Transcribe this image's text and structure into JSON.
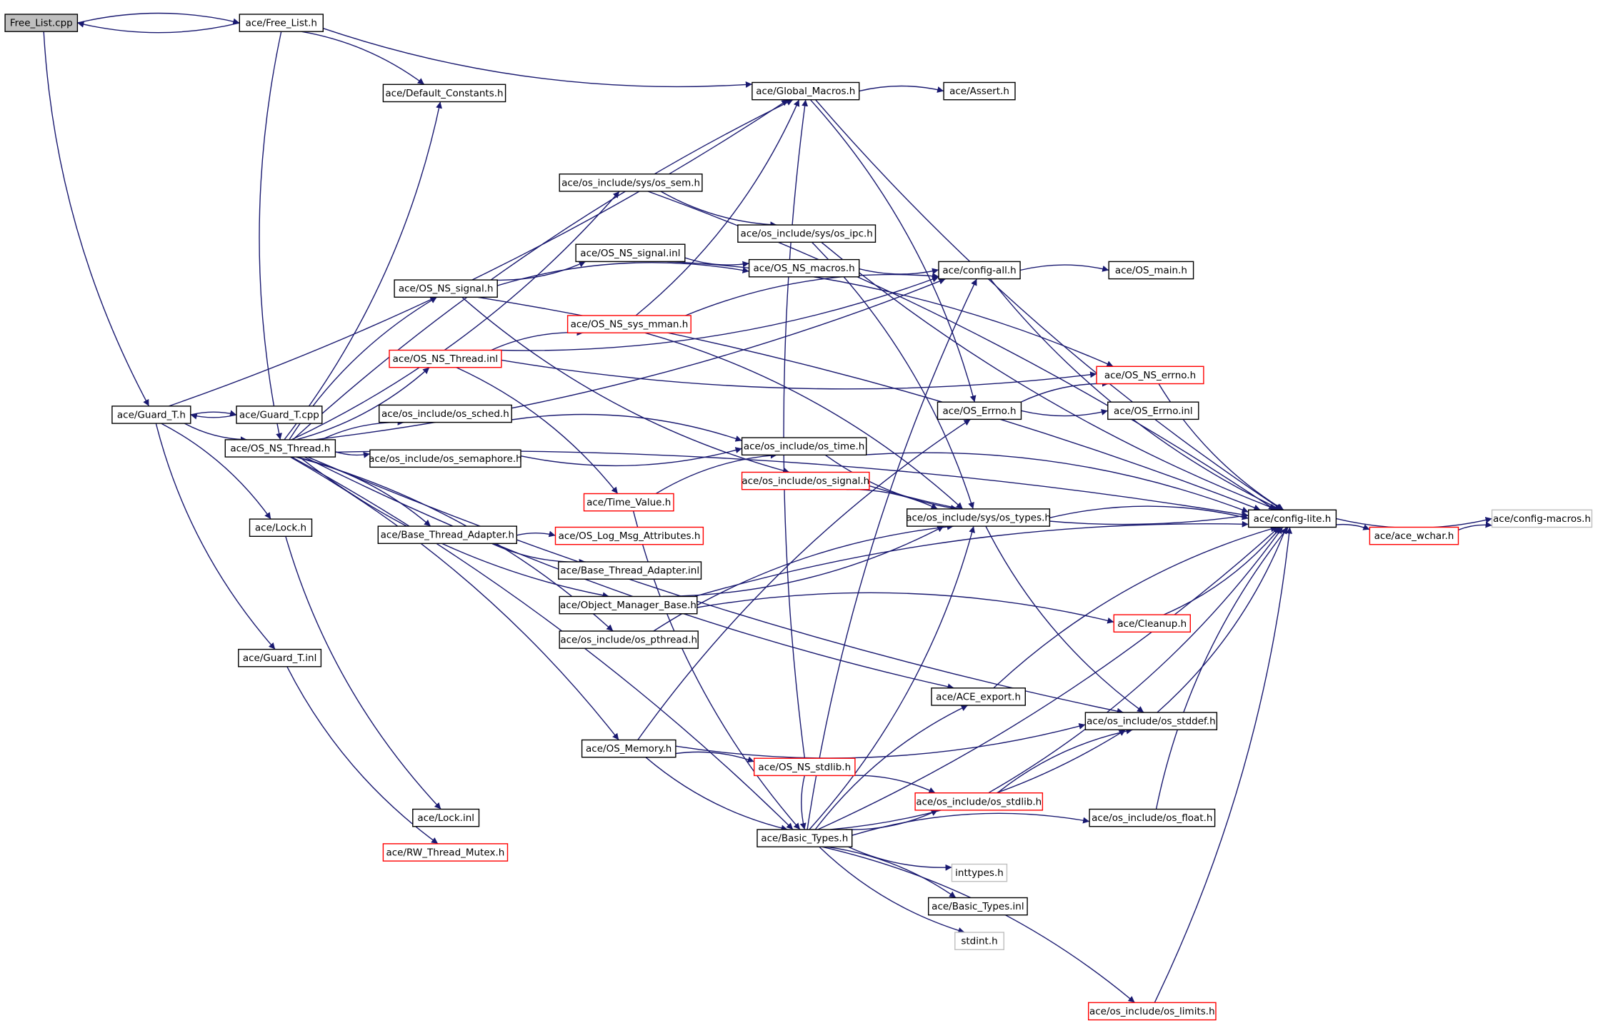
{
  "colors": {
    "edge": "#191970",
    "root_fill": "#bfbfbf",
    "node_border": "#000000",
    "truncated_border": "#ff0000",
    "external_border": "#bfbfbf",
    "node_fill": "#ffffff"
  },
  "nodes": [
    {
      "id": "free_list_cpp",
      "label": "Free_List.cpp",
      "style": "root"
    },
    {
      "id": "free_list_h",
      "label": "ace/Free_List.h",
      "style": "normal"
    },
    {
      "id": "default_constants_h",
      "label": "ace/Default_Constants.h",
      "style": "normal"
    },
    {
      "id": "global_macros_h",
      "label": "ace/Global_Macros.h",
      "style": "normal"
    },
    {
      "id": "assert_h",
      "label": "ace/Assert.h",
      "style": "normal"
    },
    {
      "id": "os_sem_h",
      "label": "ace/os_include/sys/os_sem.h",
      "style": "normal"
    },
    {
      "id": "os_ipc_h",
      "label": "ace/os_include/sys/os_ipc.h",
      "style": "normal"
    },
    {
      "id": "os_ns_signal_inl",
      "label": "ace/OS_NS_signal.inl",
      "style": "normal"
    },
    {
      "id": "os_ns_macros_h",
      "label": "ace/OS_NS_macros.h",
      "style": "normal"
    },
    {
      "id": "config_all_h",
      "label": "ace/config-all.h",
      "style": "normal"
    },
    {
      "id": "os_main_h",
      "label": "ace/OS_main.h",
      "style": "normal"
    },
    {
      "id": "os_ns_signal_h",
      "label": "ace/OS_NS_signal.h",
      "style": "normal"
    },
    {
      "id": "os_ns_sys_mman_h",
      "label": "ace/OS_NS_sys_mman.h",
      "style": "truncated"
    },
    {
      "id": "os_ns_thread_inl",
      "label": "ace/OS_NS_Thread.inl",
      "style": "truncated"
    },
    {
      "id": "os_ns_errno_h",
      "label": "ace/OS_NS_errno.h",
      "style": "truncated"
    },
    {
      "id": "guard_t_h",
      "label": "ace/Guard_T.h",
      "style": "normal"
    },
    {
      "id": "guard_t_cpp",
      "label": "ace/Guard_T.cpp",
      "style": "normal"
    },
    {
      "id": "os_sched_h",
      "label": "ace/os_include/os_sched.h",
      "style": "normal"
    },
    {
      "id": "os_errno_h",
      "label": "ace/OS_Errno.h",
      "style": "normal"
    },
    {
      "id": "os_errno_inl",
      "label": "ace/OS_Errno.inl",
      "style": "normal"
    },
    {
      "id": "os_ns_thread_h",
      "label": "ace/OS_NS_Thread.h",
      "style": "normal"
    },
    {
      "id": "os_time_h",
      "label": "ace/os_include/os_time.h",
      "style": "normal"
    },
    {
      "id": "os_semaphore_h",
      "label": "ace/os_include/os_semaphore.h",
      "style": "normal"
    },
    {
      "id": "os_signal_h",
      "label": "ace/os_include/os_signal.h",
      "style": "truncated"
    },
    {
      "id": "time_value_h",
      "label": "ace/Time_Value.h",
      "style": "truncated"
    },
    {
      "id": "os_types_h",
      "label": "ace/os_include/sys/os_types.h",
      "style": "normal"
    },
    {
      "id": "config_lite_h",
      "label": "ace/config-lite.h",
      "style": "normal"
    },
    {
      "id": "config_macros_h",
      "label": "ace/config-macros.h",
      "style": "external"
    },
    {
      "id": "lock_h",
      "label": "ace/Lock.h",
      "style": "normal"
    },
    {
      "id": "base_thread_adapter_h",
      "label": "ace/Base_Thread_Adapter.h",
      "style": "normal"
    },
    {
      "id": "os_log_msg_attributes_h",
      "label": "ace/OS_Log_Msg_Attributes.h",
      "style": "truncated"
    },
    {
      "id": "ace_wchar_h",
      "label": "ace/ace_wchar.h",
      "style": "truncated"
    },
    {
      "id": "base_thread_adapter_inl",
      "label": "ace/Base_Thread_Adapter.inl",
      "style": "normal"
    },
    {
      "id": "object_manager_base_h",
      "label": "ace/Object_Manager_Base.h",
      "style": "normal"
    },
    {
      "id": "cleanup_h",
      "label": "ace/Cleanup.h",
      "style": "truncated"
    },
    {
      "id": "os_pthread_h",
      "label": "ace/os_include/os_pthread.h",
      "style": "normal"
    },
    {
      "id": "guard_t_inl",
      "label": "ace/Guard_T.inl",
      "style": "normal"
    },
    {
      "id": "ace_export_h",
      "label": "ace/ACE_export.h",
      "style": "normal"
    },
    {
      "id": "os_stddef_h",
      "label": "ace/os_include/os_stddef.h",
      "style": "normal"
    },
    {
      "id": "os_memory_h",
      "label": "ace/OS_Memory.h",
      "style": "normal"
    },
    {
      "id": "os_ns_stdlib_h",
      "label": "ace/OS_NS_stdlib.h",
      "style": "truncated"
    },
    {
      "id": "os_stdlib_h",
      "label": "ace/os_include/os_stdlib.h",
      "style": "truncated"
    },
    {
      "id": "lock_inl",
      "label": "ace/Lock.inl",
      "style": "normal"
    },
    {
      "id": "os_float_h",
      "label": "ace/os_include/os_float.h",
      "style": "normal"
    },
    {
      "id": "basic_types_h",
      "label": "ace/Basic_Types.h",
      "style": "normal"
    },
    {
      "id": "rw_thread_mutex_h",
      "label": "ace/RW_Thread_Mutex.h",
      "style": "truncated"
    },
    {
      "id": "inttypes_h",
      "label": "inttypes.h",
      "style": "external"
    },
    {
      "id": "basic_types_inl",
      "label": "ace/Basic_Types.inl",
      "style": "normal"
    },
    {
      "id": "stdint_h",
      "label": "stdint.h",
      "style": "external"
    },
    {
      "id": "os_limits_h",
      "label": "ace/os_include/os_limits.h",
      "style": "truncated"
    }
  ],
  "edges": [
    [
      "free_list_cpp",
      "free_list_h"
    ],
    [
      "free_list_cpp",
      "guard_t_h"
    ],
    [
      "free_list_h",
      "free_list_cpp"
    ],
    [
      "free_list_h",
      "global_macros_h"
    ],
    [
      "free_list_h",
      "default_constants_h"
    ],
    [
      "free_list_h",
      "os_ns_thread_h"
    ],
    [
      "global_macros_h",
      "assert_h"
    ],
    [
      "global_macros_h",
      "config_lite_h"
    ],
    [
      "global_macros_h",
      "os_errno_h"
    ],
    [
      "guard_t_h",
      "global_macros_h"
    ],
    [
      "guard_t_h",
      "guard_t_cpp"
    ],
    [
      "guard_t_h",
      "os_ns_thread_h"
    ],
    [
      "guard_t_h",
      "lock_h"
    ],
    [
      "guard_t_h",
      "guard_t_inl"
    ],
    [
      "guard_t_cpp",
      "guard_t_h"
    ],
    [
      "os_ns_thread_h",
      "default_constants_h"
    ],
    [
      "os_ns_thread_h",
      "global_macros_h"
    ],
    [
      "os_ns_thread_h",
      "os_sem_h"
    ],
    [
      "os_ns_thread_h",
      "config_lite_h"
    ],
    [
      "os_ns_thread_h",
      "config_all_h"
    ],
    [
      "os_ns_thread_h",
      "os_ns_signal_h"
    ],
    [
      "os_ns_thread_h",
      "os_ns_thread_inl"
    ],
    [
      "os_ns_thread_h",
      "os_sched_h"
    ],
    [
      "os_ns_thread_h",
      "os_semaphore_h"
    ],
    [
      "os_ns_thread_h",
      "base_thread_adapter_h"
    ],
    [
      "os_ns_thread_h",
      "object_manager_base_h"
    ],
    [
      "os_ns_thread_h",
      "os_pthread_h"
    ],
    [
      "os_ns_thread_h",
      "ace_export_h"
    ],
    [
      "os_ns_thread_h",
      "os_memory_h"
    ],
    [
      "os_ns_thread_h",
      "os_stddef_h"
    ],
    [
      "os_ns_thread_h",
      "basic_types_h"
    ],
    [
      "os_sem_h",
      "os_ipc_h"
    ],
    [
      "os_sem_h",
      "config_lite_h"
    ],
    [
      "os_ipc_h",
      "config_lite_h"
    ],
    [
      "os_ipc_h",
      "os_types_h"
    ],
    [
      "os_ns_signal_h",
      "os_ns_signal_inl"
    ],
    [
      "os_ns_signal_h",
      "os_ns_macros_h"
    ],
    [
      "os_ns_signal_h",
      "os_signal_h"
    ],
    [
      "os_ns_signal_h",
      "config_lite_h"
    ],
    [
      "os_ns_signal_inl",
      "os_ns_macros_h"
    ],
    [
      "os_ns_signal_inl",
      "os_ns_errno_h"
    ],
    [
      "os_ns_macros_h",
      "config_all_h"
    ],
    [
      "config_all_h",
      "os_main_h"
    ],
    [
      "config_all_h",
      "config_lite_h"
    ],
    [
      "os_ns_thread_inl",
      "os_ns_sys_mman_h"
    ],
    [
      "os_ns_thread_inl",
      "os_ns_errno_h"
    ],
    [
      "os_ns_thread_inl",
      "time_value_h"
    ],
    [
      "os_ns_thread_inl",
      "config_all_h"
    ],
    [
      "os_ns_sys_mman_h",
      "config_all_h"
    ],
    [
      "os_ns_sys_mman_h",
      "global_macros_h"
    ],
    [
      "os_ns_sys_mman_h",
      "os_types_h"
    ],
    [
      "os_ns_errno_h",
      "config_lite_h"
    ],
    [
      "os_errno_h",
      "os_ns_errno_h"
    ],
    [
      "os_errno_h",
      "os_errno_inl"
    ],
    [
      "os_sched_h",
      "os_time_h"
    ],
    [
      "os_time_h",
      "os_types_h"
    ],
    [
      "os_time_h",
      "config_lite_h"
    ],
    [
      "os_semaphore_h",
      "os_time_h"
    ],
    [
      "os_signal_h",
      "os_types_h"
    ],
    [
      "os_signal_h",
      "config_lite_h"
    ],
    [
      "time_value_h",
      "os_time_h"
    ],
    [
      "time_value_h",
      "basic_types_h"
    ],
    [
      "os_types_h",
      "config_lite_h"
    ],
    [
      "os_types_h",
      "os_stddef_h"
    ],
    [
      "config_lite_h",
      "ace_wchar_h"
    ],
    [
      "config_lite_h",
      "config_macros_h"
    ],
    [
      "ace_wchar_h",
      "config_macros_h"
    ],
    [
      "lock_h",
      "lock_inl"
    ],
    [
      "base_thread_adapter_h",
      "os_log_msg_attributes_h"
    ],
    [
      "base_thread_adapter_h",
      "base_thread_adapter_inl"
    ],
    [
      "object_manager_base_h",
      "config_lite_h"
    ],
    [
      "object_manager_base_h",
      "os_types_h"
    ],
    [
      "object_manager_base_h",
      "cleanup_h"
    ],
    [
      "cleanup_h",
      "config_lite_h"
    ],
    [
      "os_pthread_h",
      "os_types_h"
    ],
    [
      "guard_t_inl",
      "rw_thread_mutex_h"
    ],
    [
      "ace_export_h",
      "config_lite_h"
    ],
    [
      "os_stddef_h",
      "config_lite_h"
    ],
    [
      "os_memory_h",
      "os_ns_stdlib_h"
    ],
    [
      "os_memory_h",
      "basic_types_h"
    ],
    [
      "os_memory_h",
      "os_errno_h"
    ],
    [
      "os_memory_h",
      "os_stddef_h"
    ],
    [
      "os_ns_stdlib_h",
      "os_stdlib_h"
    ],
    [
      "os_ns_stdlib_h",
      "basic_types_h"
    ],
    [
      "os_ns_stdlib_h",
      "global_macros_h"
    ],
    [
      "os_stdlib_h",
      "config_lite_h"
    ],
    [
      "os_stdlib_h",
      "os_stddef_h"
    ],
    [
      "basic_types_h",
      "os_stdlib_h"
    ],
    [
      "basic_types_h",
      "os_float_h"
    ],
    [
      "basic_types_h",
      "inttypes_h"
    ],
    [
      "basic_types_h",
      "basic_types_inl"
    ],
    [
      "basic_types_h",
      "stdint_h"
    ],
    [
      "basic_types_h",
      "os_limits_h"
    ],
    [
      "basic_types_h",
      "config_lite_h"
    ],
    [
      "basic_types_h",
      "ace_export_h"
    ],
    [
      "basic_types_h",
      "os_stddef_h"
    ],
    [
      "basic_types_h",
      "config_all_h"
    ],
    [
      "basic_types_h",
      "os_types_h"
    ],
    [
      "os_float_h",
      "config_lite_h"
    ],
    [
      "os_limits_h",
      "config_lite_h"
    ]
  ]
}
